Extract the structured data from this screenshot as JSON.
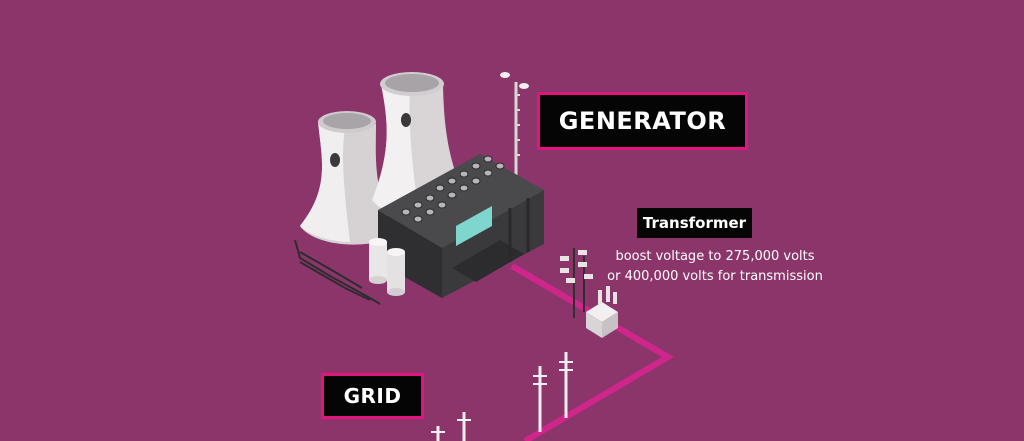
{
  "labels": {
    "generator": "GENERATOR",
    "transformer": "Transformer",
    "transformer_description": [
      "boost voltage to 275,000 volts",
      "or 400,000 volts for transmission"
    ],
    "grid": "GRID"
  },
  "colors": {
    "background": "#8c356b",
    "accent_magenta": "#e2157c",
    "power_line": "#d0268c",
    "label_background": "#050505",
    "screen_teal": "#7fd6cf",
    "tower_grey": "#e8e4e6",
    "building_dark": "#3a3a3c"
  }
}
